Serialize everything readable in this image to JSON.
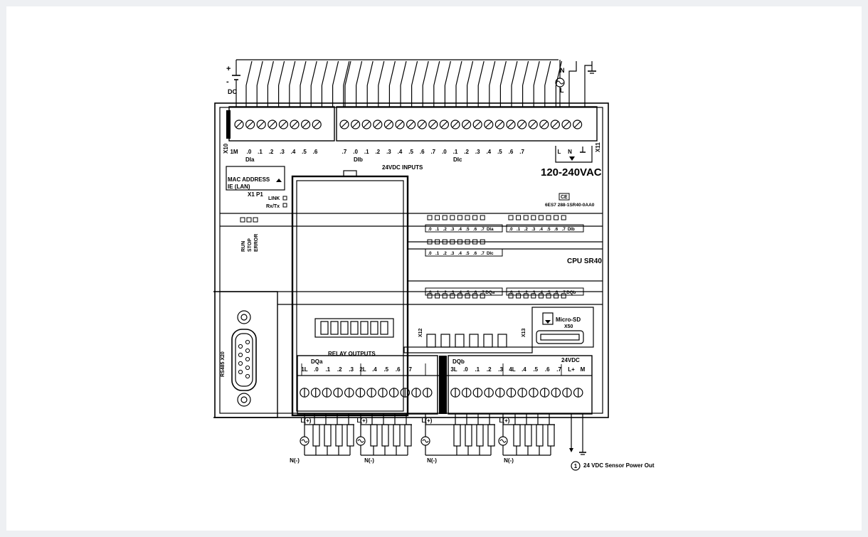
{
  "diagram": {
    "top_power": {
      "dc_plus": "+",
      "dc_minus": "-",
      "dc_label": "DC",
      "ac_n": "N",
      "ac_l": "L"
    },
    "input_block": {
      "connector_left": "X10",
      "connector_right": "X11",
      "terminals": [
        "1M",
        ".0",
        ".1",
        ".2",
        ".3",
        ".4",
        ".5",
        ".6",
        ".7",
        ".0",
        ".1",
        ".2",
        ".3",
        ".4",
        ".5",
        ".6",
        ".7",
        ".0",
        ".1",
        ".2",
        ".3",
        ".4",
        ".5",
        ".6",
        ".7",
        "L",
        "N"
      ],
      "group_labels": [
        "DIa",
        "DIb",
        "DIc"
      ],
      "section_title": "24VDC INPUTS",
      "supply_label": "120-240VAC"
    },
    "ethernet": {
      "mac_label": "MAC ADDRESS",
      "ie_label": "IE (LAN)",
      "port_label": "X1 P1",
      "link_label": "LINK",
      "rxtx_label": "Rx/Tx"
    },
    "status_leds": [
      "RUN",
      "STOP",
      "ERROR"
    ],
    "model": {
      "order_number": "6ES7 288-1SR40-0AA0",
      "cpu_name": "CPU SR40",
      "ce_mark": "CE"
    },
    "led_rows": {
      "dia_row": [
        ".0",
        ".1",
        ".2",
        ".3",
        ".4",
        ".5",
        ".6",
        ".7",
        "DIa"
      ],
      "dib_row": [
        ".0",
        ".1",
        ".2",
        ".3",
        ".4",
        ".5",
        ".6",
        ".7",
        "DIb"
      ],
      "dic_row": [
        ".0",
        ".1",
        ".2",
        ".3",
        ".4",
        ".5",
        ".6",
        ".7",
        "DIc"
      ],
      "doa_row": [
        ".0",
        ".1",
        ".2",
        ".3",
        ".4",
        ".5",
        ".6",
        ".7",
        "DQa"
      ],
      "dob_row": [
        ".0",
        ".1",
        ".2",
        ".3",
        ".4",
        ".5",
        ".6",
        ".7",
        "DQb"
      ]
    },
    "ports": {
      "x12": "X12",
      "x13": "X13",
      "rs485": "RS485 X20",
      "microsd_title": "Micro-SD",
      "microsd_port": "X50"
    },
    "output_block": {
      "section_title": "RELAY OUTPUTS",
      "group_a_label": "DQa",
      "group_b_label": "DQb",
      "sensor_supply": "24VDC",
      "terminals": [
        "1L",
        ".0",
        ".1",
        ".2",
        ".3",
        "2L",
        ".4",
        ".5",
        ".6",
        ".7",
        "3L",
        ".0",
        ".1",
        ".2",
        ".3",
        "4L",
        ".4",
        ".5",
        ".6",
        ".7",
        "L+",
        "M"
      ]
    },
    "bottom_wiring": {
      "line_label": "L(+)",
      "neutral_label": "N(-)",
      "footnote_number": "1",
      "footnote_text": "24 VDC Sensor Power Out"
    }
  }
}
